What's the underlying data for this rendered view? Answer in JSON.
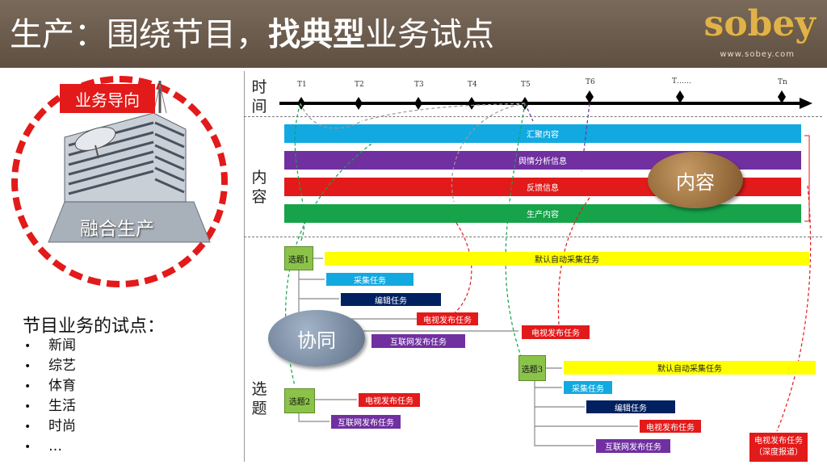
{
  "header": {
    "title_part1": "生产：围绕节目，",
    "title_part2": "找典型",
    "title_part3": "业务试点",
    "logo": "sobey",
    "logo_url": "www.sobey.com"
  },
  "left": {
    "business_label": "业务导向",
    "building_label": "融合生产",
    "pilot_heading": "节目业务的试点：",
    "pilot_items": [
      "新闻",
      "综艺",
      "体育",
      "生活",
      "时尚",
      "…"
    ]
  },
  "timeline": {
    "label": [
      "时",
      "间"
    ],
    "ticks": [
      "T1",
      "T2",
      "T3",
      "T4",
      "T5",
      "T6",
      "T……",
      "Tn"
    ]
  },
  "content": {
    "label": [
      "内",
      "容"
    ],
    "bars": [
      {
        "label": "汇聚内容",
        "color": "#12a9e0"
      },
      {
        "label": "舆情分析信息",
        "color": "#7030a0"
      },
      {
        "label": "反馈信息",
        "color": "#e31a1a"
      },
      {
        "label": "生产内容",
        "color": "#16a34a"
      }
    ],
    "oval_label": "内容"
  },
  "topics": {
    "label": [
      "选",
      "题"
    ],
    "collab_label": "协同",
    "topic1": {
      "label": "选题1",
      "tasks": [
        "默认自动采集任务",
        "采集任务",
        "编辑任务",
        "电视发布任务",
        "互联网发布任务",
        "电视发布任务"
      ]
    },
    "topic2": {
      "label": "选题2",
      "tasks": [
        "电视发布任务",
        "互联网发布任务"
      ]
    },
    "topic3": {
      "label": "选题3",
      "tasks": [
        "默认自动采集任务",
        "采集任务",
        "编辑任务",
        "电视发布任务",
        "互联网发布任务"
      ]
    },
    "deep_report": [
      "电视发布任务",
      "（深度报道）"
    ]
  },
  "colors": {
    "yellow": "#ffff00",
    "cyan": "#12a9e0",
    "navy": "#002060",
    "red": "#e31a1a",
    "purple": "#7030a0",
    "green": "#8bc34a"
  }
}
